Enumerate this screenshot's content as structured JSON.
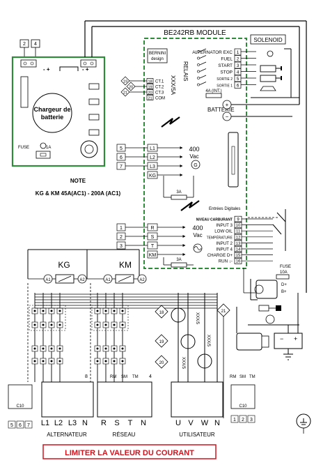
{
  "module": {
    "title": "BE242RB MODULE",
    "logo_line1": "BERNINI",
    "logo_line2": "design",
    "vertical_label": "XXX/5A",
    "relay_group_label": "RELAIS"
  },
  "top_terminals": [
    "2",
    "4"
  ],
  "charger": {
    "title_line1": "Chargeur de",
    "title_line2": "batterie",
    "fuse_label": "FUSE",
    "fuse_rating": "1A",
    "minus_plus_left": "- +",
    "minus_plus_right": "- +"
  },
  "solenoid": {
    "label": "SOLENOID"
  },
  "relay_outputs": [
    {
      "label": "ALTERNATOR EXC",
      "num": "1"
    },
    {
      "label": "FUEL",
      "num": "2"
    },
    {
      "label": "START",
      "num": "3"
    },
    {
      "label": "STOP",
      "num": "4"
    },
    {
      "label": "SORTIE 2",
      "num": "5"
    },
    {
      "label": "SORTIE 1",
      "num": "6"
    }
  ],
  "int_fuse": "4A (INT.)",
  "battery_label": "BATTERIE",
  "ct_inputs": [
    {
      "diamond": "19",
      "num": "18",
      "label": "CT.1"
    },
    {
      "diamond": "20",
      "num": "19",
      "label": "CT.2"
    },
    {
      "diamond": "21",
      "num": "20",
      "label": "CT.3"
    },
    {
      "diamond": "",
      "num": "21",
      "label": "COM"
    }
  ],
  "gen_voltage_inputs": [
    {
      "ext": "5",
      "label": "L1"
    },
    {
      "ext": "6",
      "label": "L2"
    },
    {
      "ext": "7",
      "label": "L3"
    },
    {
      "ext": "",
      "label": "KG"
    }
  ],
  "gen_voltage": {
    "value": "400",
    "unit": "Vac",
    "g": "G"
  },
  "fuse_3a": "3A",
  "note": {
    "title": "NOTE",
    "text": "KG & KM 45A(AC1) - 200A (AC1)"
  },
  "digital_inputs_title": "Entrées Digitales",
  "digital_inputs": [
    {
      "label": "NIVEAU CARBURANT",
      "num": "9"
    },
    {
      "label": "INPUT 3",
      "num": "10"
    },
    {
      "label": "LOW OIL",
      "num": "11"
    },
    {
      "label": "TEMPÉRATURE",
      "num": "12"
    },
    {
      "label": "INPUT 2",
      "num": "13"
    },
    {
      "label": "INPUT 4",
      "num": "14"
    },
    {
      "label": "CHARGE D+",
      "num": "15"
    },
    {
      "label": "RUN ↓-",
      "num": "16"
    }
  ],
  "mains_voltage_inputs": [
    {
      "ext": "1",
      "label": "R"
    },
    {
      "ext": "2",
      "label": "S"
    },
    {
      "ext": "3",
      "label": "T"
    },
    {
      "ext": "",
      "label": "KM"
    }
  ],
  "mains_voltage": {
    "value": "400",
    "unit": "Vac"
  },
  "contactors": {
    "kg": "KG",
    "km": "KM",
    "a1": "A1",
    "a2": "A2"
  },
  "fuse_10a": {
    "label": "FUSE",
    "value": "10A"
  },
  "alternator_terms": {
    "dplus": "D+",
    "bplus": "B+"
  },
  "ct_labels": {
    "xxx5": "XXX/5"
  },
  "circle_markers": [
    "18",
    "19",
    "20",
    "21"
  ],
  "bottom_left": {
    "c10": "C10",
    "nums": [
      "5",
      "6",
      "7"
    ],
    "terminal_8": "8",
    "alt_labels": [
      "L1",
      "L2",
      "L3",
      "N"
    ],
    "group_title": "ALTERNATEUR"
  },
  "bottom_mid": {
    "rm_sm_tm": [
      "RM",
      "SM",
      "TM"
    ],
    "terminal_4": "4",
    "reseau_labels": [
      "R",
      "S",
      "T",
      "N"
    ],
    "group_title": "RÉSEAU"
  },
  "bottom_right": {
    "user_labels": [
      "U",
      "V",
      "W",
      "N"
    ],
    "group_title": "UTILISATEUR",
    "rm_sm_tm": [
      "RM",
      "SM",
      "TM"
    ],
    "c10": "C10",
    "nums": [
      "1",
      "2",
      "3"
    ]
  },
  "footer": {
    "warning": "LIMITER LA VALEUR DU COURANT"
  }
}
